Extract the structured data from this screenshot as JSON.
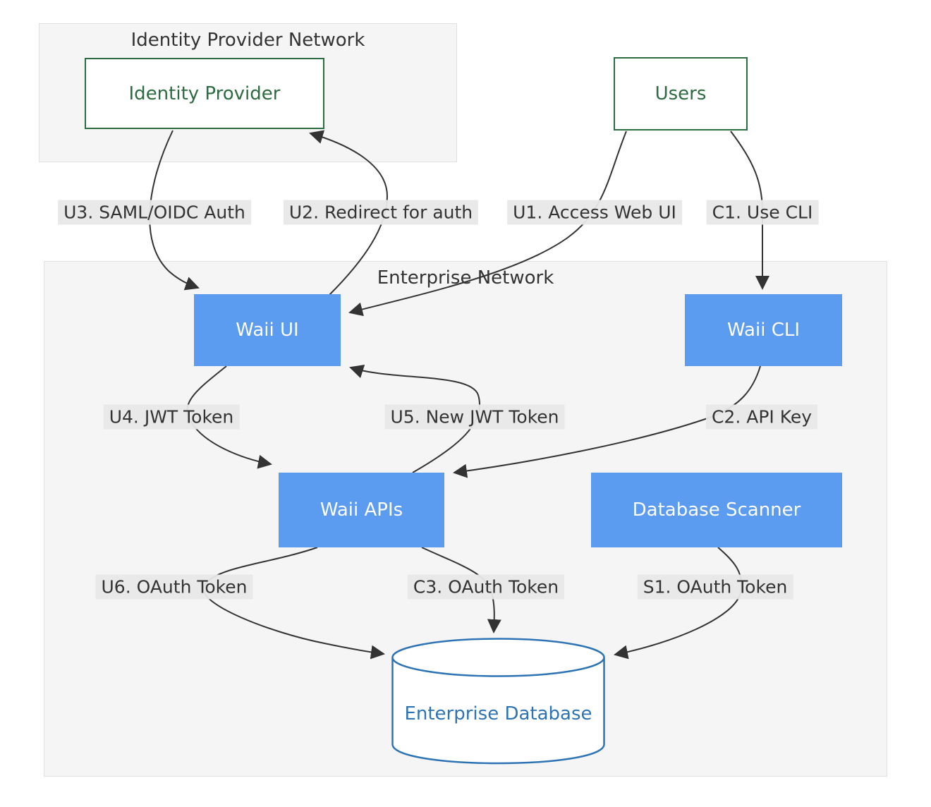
{
  "diagram": {
    "clusters": [
      {
        "id": "idp-network",
        "title": "Identity Provider Network"
      },
      {
        "id": "enterprise-network",
        "title": "Enterprise Network"
      }
    ],
    "nodes": [
      {
        "id": "identity-provider",
        "label": "Identity Provider",
        "shape": "rect",
        "style": "green-outline"
      },
      {
        "id": "users",
        "label": "Users",
        "shape": "rect",
        "style": "green-outline"
      },
      {
        "id": "waii-ui",
        "label": "Waii UI",
        "shape": "rect",
        "style": "blue-fill"
      },
      {
        "id": "waii-cli",
        "label": "Waii CLI",
        "shape": "rect",
        "style": "blue-fill"
      },
      {
        "id": "waii-apis",
        "label": "Waii APIs",
        "shape": "rect",
        "style": "blue-fill"
      },
      {
        "id": "database-scanner",
        "label": "Database Scanner",
        "shape": "rect",
        "style": "blue-fill"
      },
      {
        "id": "enterprise-database",
        "label": "Enterprise Database",
        "shape": "cylinder",
        "style": "blue-outline"
      }
    ],
    "edges": [
      {
        "id": "U3",
        "label": "U3. SAML/OIDC Auth",
        "from": "identity-provider",
        "to": "waii-ui"
      },
      {
        "id": "U2",
        "label": "U2. Redirect for auth",
        "from": "waii-ui",
        "to": "identity-provider"
      },
      {
        "id": "U1",
        "label": "U1. Access Web UI",
        "from": "users",
        "to": "waii-ui"
      },
      {
        "id": "C1",
        "label": "C1. Use CLI",
        "from": "users",
        "to": "waii-cli"
      },
      {
        "id": "U4",
        "label": "U4. JWT Token",
        "from": "waii-ui",
        "to": "waii-apis"
      },
      {
        "id": "U5",
        "label": "U5. New JWT Token",
        "from": "waii-apis",
        "to": "waii-ui"
      },
      {
        "id": "C2",
        "label": "C2. API Key",
        "from": "waii-cli",
        "to": "waii-apis"
      },
      {
        "id": "U6",
        "label": "U6. OAuth Token",
        "from": "waii-apis",
        "to": "enterprise-database"
      },
      {
        "id": "C3",
        "label": "C3. OAuth Token",
        "from": "waii-apis",
        "to": "enterprise-database"
      },
      {
        "id": "S1",
        "label": "S1. OAuth Token",
        "from": "database-scanner",
        "to": "enterprise-database"
      }
    ],
    "colors": {
      "node_blue_fill": "#5b9bf0",
      "node_text_on_blue": "#ffffff",
      "green_outline": "#2d6b40",
      "database_blue": "#2e74b5",
      "edge_stroke": "#333333",
      "cluster_background": "#f5f5f5",
      "cluster_border": "#e0e0e0",
      "edge_label_background": "#e8e8e8",
      "text": "#333333"
    }
  }
}
